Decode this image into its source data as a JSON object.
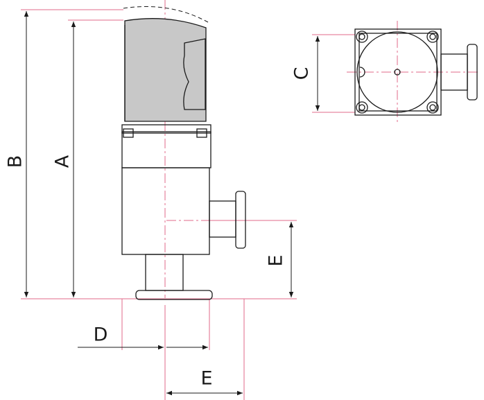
{
  "labels": {
    "A": "A",
    "B": "B",
    "C": "C",
    "D": "D",
    "E_side": "E",
    "E_bottom": "E"
  },
  "colors": {
    "line": "#1a1a1a",
    "extension": "#e06a8a",
    "actuator_fill": "#c8c8c8"
  }
}
